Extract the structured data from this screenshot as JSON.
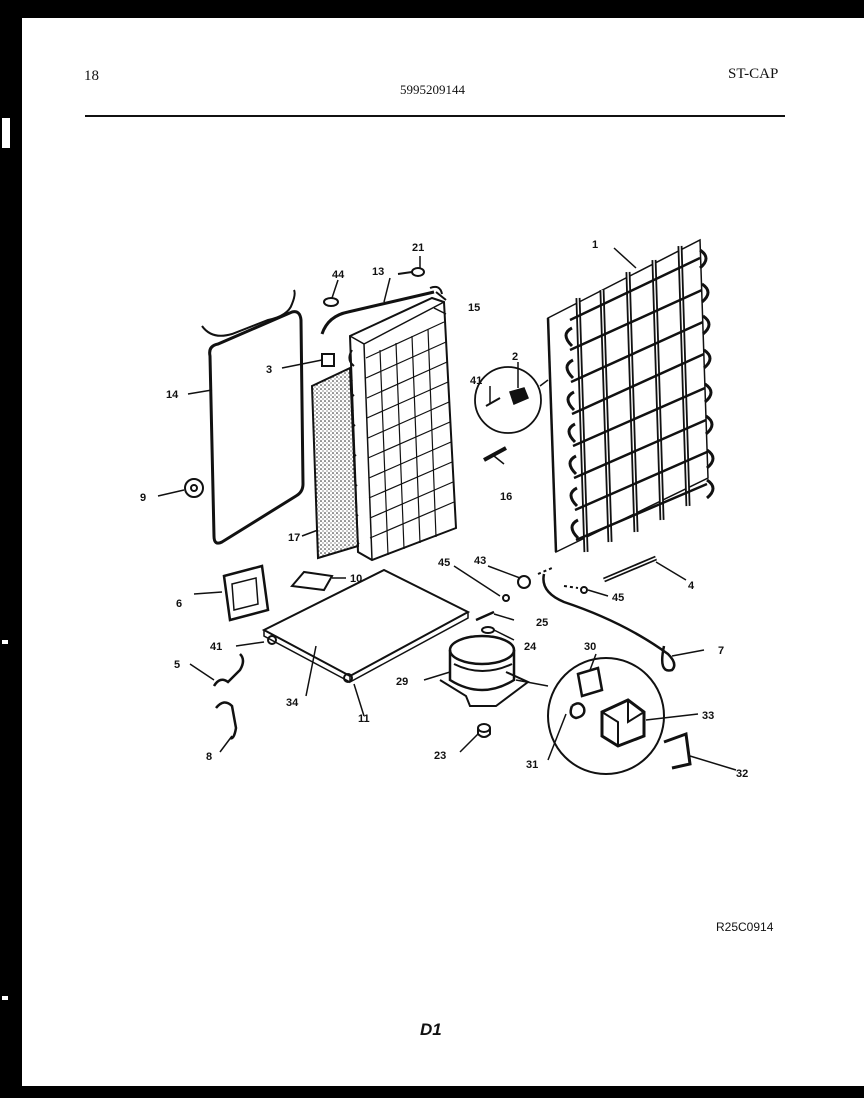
{
  "header": {
    "page_number": "18",
    "part_number": "5995209144",
    "model_code": "ST-CAP"
  },
  "footer": {
    "reference_code": "R25C0914",
    "sheet_mark": "D1"
  },
  "callouts": [
    {
      "id": "c1",
      "label": "1"
    },
    {
      "id": "c2",
      "label": "2"
    },
    {
      "id": "c3",
      "label": "3"
    },
    {
      "id": "c4",
      "label": "4"
    },
    {
      "id": "c5",
      "label": "5"
    },
    {
      "id": "c6",
      "label": "6"
    },
    {
      "id": "c7",
      "label": "7"
    },
    {
      "id": "c8",
      "label": "8"
    },
    {
      "id": "c9",
      "label": "9"
    },
    {
      "id": "c10",
      "label": "10"
    },
    {
      "id": "c11",
      "label": "11"
    },
    {
      "id": "c13",
      "label": "13"
    },
    {
      "id": "c14",
      "label": "14"
    },
    {
      "id": "c15",
      "label": "15"
    },
    {
      "id": "c16",
      "label": "16"
    },
    {
      "id": "c17",
      "label": "17"
    },
    {
      "id": "c21",
      "label": "21"
    },
    {
      "id": "c23",
      "label": "23"
    },
    {
      "id": "c24",
      "label": "24"
    },
    {
      "id": "c25",
      "label": "25"
    },
    {
      "id": "c29",
      "label": "29"
    },
    {
      "id": "c30",
      "label": "30"
    },
    {
      "id": "c31",
      "label": "31"
    },
    {
      "id": "c32",
      "label": "32"
    },
    {
      "id": "c33",
      "label": "33"
    },
    {
      "id": "c34",
      "label": "34"
    },
    {
      "id": "c41a",
      "label": "41"
    },
    {
      "id": "c41b",
      "label": "41"
    },
    {
      "id": "c43",
      "label": "43"
    },
    {
      "id": "c44",
      "label": "44"
    },
    {
      "id": "c45a",
      "label": "45"
    },
    {
      "id": "c45b",
      "label": "45"
    }
  ]
}
